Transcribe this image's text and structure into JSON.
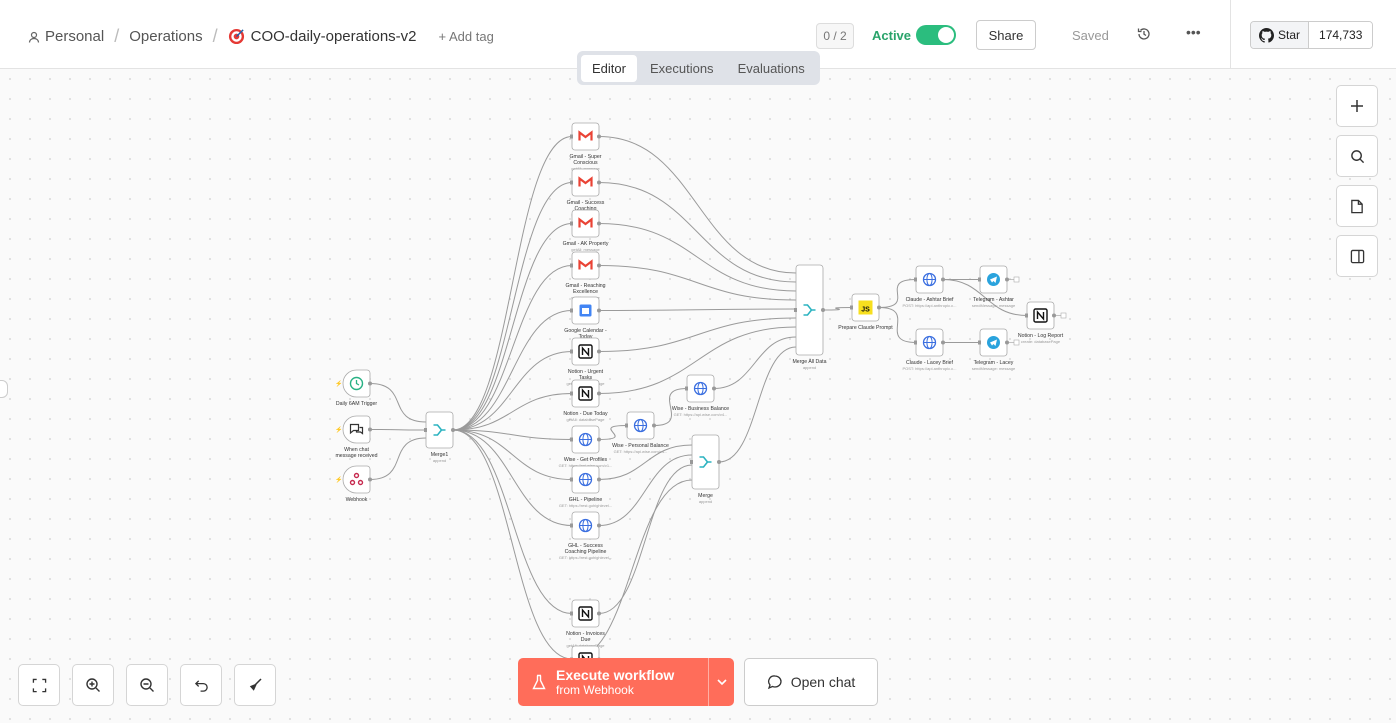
{
  "header": {
    "project": "Personal",
    "folder": "Operations",
    "workflow_name": "COO-daily-operations-v2",
    "add_tag": "+ Add tag",
    "counter": "0 / 2",
    "active_label": "Active",
    "share_label": "Share",
    "saved_label": "Saved",
    "github_star": "Star",
    "github_count": "174,733"
  },
  "tabs": [
    "Editor",
    "Executions",
    "Evaluations"
  ],
  "workflow": {
    "triggers": [
      {
        "label": "Daily 6AM Trigger",
        "icon": "clock-icon"
      },
      {
        "label": "When chat message received",
        "icon": "chat-icon"
      },
      {
        "label": "Webhook",
        "icon": "webhook-icon"
      }
    ],
    "merge1": {
      "label": "Merge1",
      "sub": "append"
    },
    "sources": [
      {
        "label": "Gmail - Super Conscious",
        "sub": "getAll: message",
        "icon": "gmail"
      },
      {
        "label": "Gmail - Success Coaching",
        "sub": "getAll: message",
        "icon": "gmail"
      },
      {
        "label": "Gmail - AK Property",
        "sub": "getAll: message",
        "icon": "gmail"
      },
      {
        "label": "Gmail - Reaching Excellence",
        "sub": "getAll: message",
        "icon": "gmail"
      },
      {
        "label": "Google Calendar - Today",
        "sub": "getAll: event",
        "icon": "calendar"
      },
      {
        "label": "Notion - Urgent Tasks",
        "sub": "getAll: databasePage",
        "icon": "notion"
      },
      {
        "label": "Notion - Due Today",
        "sub": "getAll: databasePage",
        "icon": "notion"
      },
      {
        "label": "Wise - Get Profiles",
        "sub": "GET: https://api.wise.com/v1...",
        "icon": "globe"
      },
      {
        "label": "GHL - Pipeline",
        "sub": "GET: https://rest.gohighlevel...",
        "icon": "globe"
      },
      {
        "label": "GHL - Success Coaching Pipeline",
        "sub": "GET: https://rest.gohighlevel...",
        "icon": "globe"
      },
      {
        "label": "Notion - Invoices Due",
        "sub": "getAll: databasePage",
        "icon": "notion"
      }
    ],
    "wise_personal": {
      "label": "Wise - Personal Balance",
      "sub": "GET: https://api.wise.com/v4..."
    },
    "wise_business": {
      "label": "Wise - Business Balance",
      "sub": "GET: https://api.wise.com/v4..."
    },
    "merge": {
      "label": "Merge",
      "sub": "append"
    },
    "merge_all": {
      "label": "Merge All Data",
      "sub": "append"
    },
    "prompt": {
      "label": "Prepare Claude Prompt"
    },
    "claude_a": {
      "label": "Claude - Ashtar Brief",
      "sub": "POST: https://api.anthropic.c..."
    },
    "claude_b": {
      "label": "Claude - Lacey Brief",
      "sub": "POST: https://api.anthropic.c..."
    },
    "tg_a": {
      "label": "Telegram - Ashtar",
      "sub": "sendMessage: message"
    },
    "tg_b": {
      "label": "Telegram - Lacey",
      "sub": "sendMessage: message"
    },
    "notion_log": {
      "label": "Notion - Log Report",
      "sub": "create: databasePage"
    }
  },
  "bottom": {
    "execute_title": "Execute workflow",
    "execute_sub": "from Webhook",
    "open_chat": "Open chat"
  },
  "colors": {
    "accent": "#ff6d5a",
    "active": "#2bbd7e"
  }
}
